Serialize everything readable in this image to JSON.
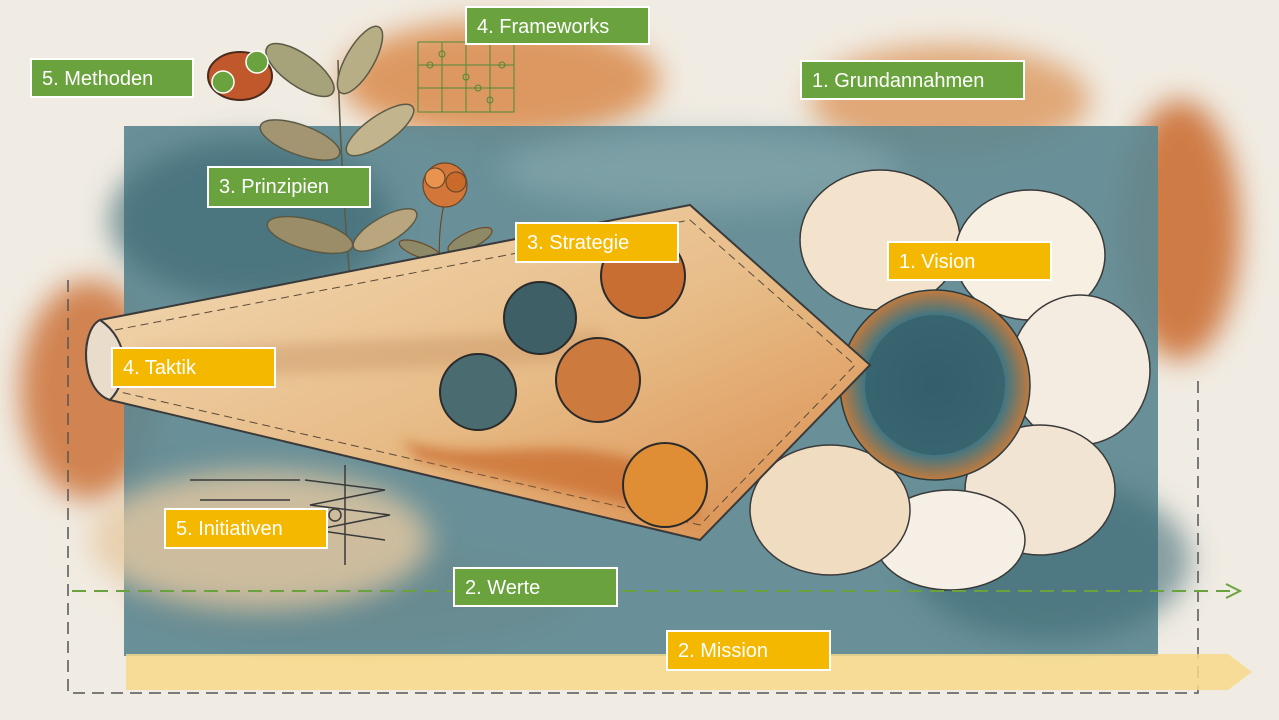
{
  "labels": {
    "methoden": "5. Methoden",
    "frameworks": "4. Frameworks",
    "grundannahmen": "1. Grundannahmen",
    "prinzipien": "3. Prinzipien",
    "strategie": "3. Strategie",
    "vision": "1. Vision",
    "taktik": "4. Taktik",
    "initiativen": "5. Initiativen",
    "werte": "2. Werte",
    "mission": "2. Mission"
  },
  "colors": {
    "green_label": "#6aa33e",
    "yellow_label": "#f5b800",
    "paper": "#f1ece3",
    "teal": "#4f7c86",
    "rust": "#c9692a",
    "sand": "#ecd2ac",
    "mission_arrow": "#f7d98a",
    "werte_arrow": "#6aa33e"
  },
  "icons": [
    "puzzle-icon",
    "ladybug-icon",
    "plant-illustration",
    "flower-illustration",
    "wedge-illustration"
  ]
}
